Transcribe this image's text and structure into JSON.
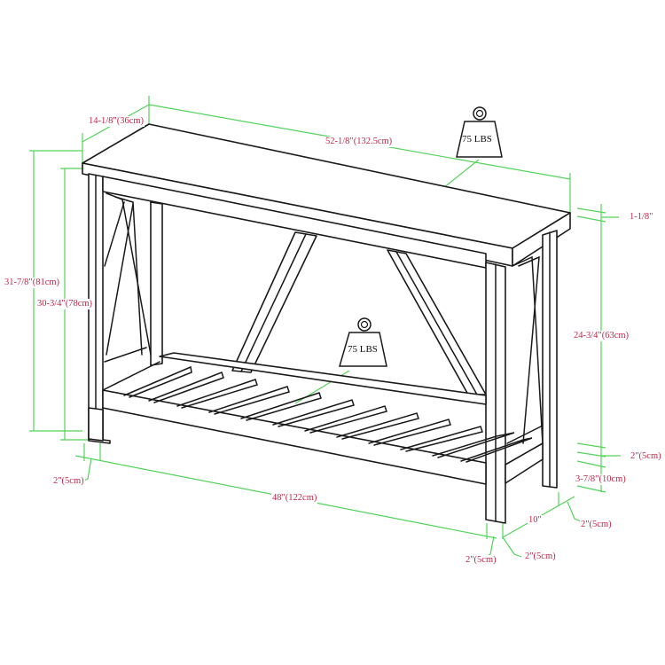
{
  "diagram": {
    "subject": "Console table dimension drawing",
    "line_color": "#1a1a1a",
    "dimension_line_color": "#53d35a",
    "label_color": "#c0284a"
  },
  "dimensions": {
    "top_depth": "14-1/8\"(36cm)",
    "top_width": "52-1/8\"(132.5cm)",
    "overall_height": "31-7/8\"(81cm)",
    "leg_height": "30-3/4\"(78cm)",
    "top_thickness": "1-1/8\"",
    "under_top_to_shelf": "24-3/4\"(63cm)",
    "shelf_thickness": "2\"(5cm)",
    "shelf_clearance": "3-7/8\"(10cm)",
    "leg_width_left": "2\"(5cm)",
    "leg_span_width": "48\"(122cm)",
    "leg_span_depth": "10\"",
    "leg_front_width": "2\"(5cm)",
    "leg_side_width": "2\"(5cm)",
    "leg_depth_right": "2\"(5cm)"
  },
  "weight_capacity": {
    "top": "75 LBS",
    "shelf": "75 LBS"
  }
}
